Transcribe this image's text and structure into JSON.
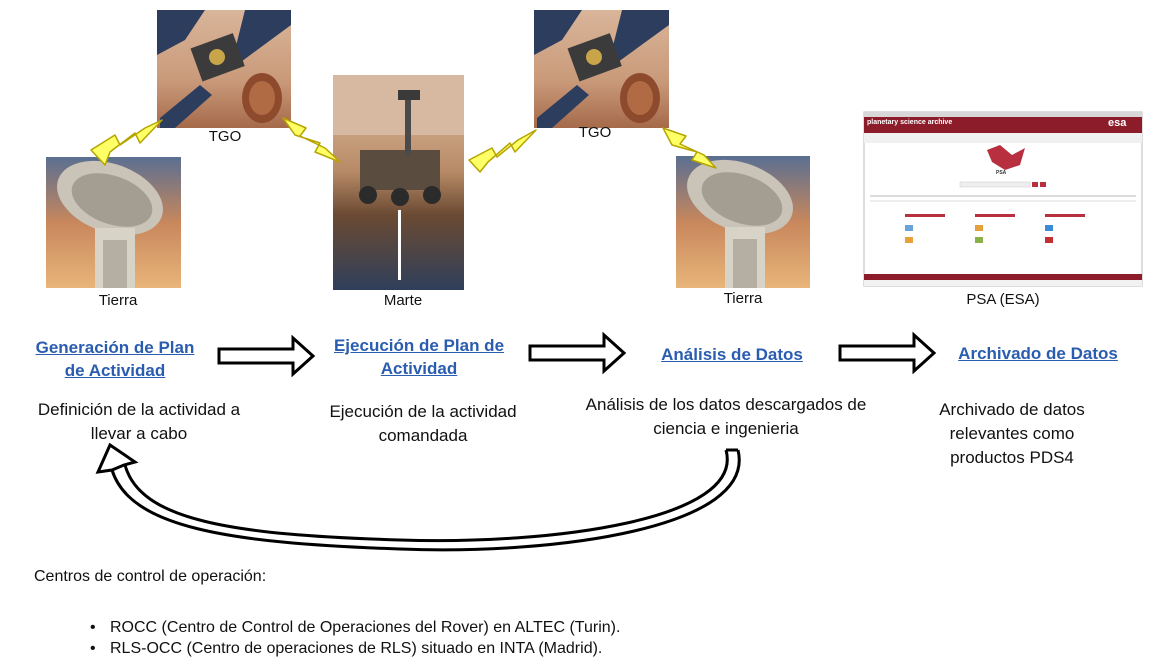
{
  "captions": {
    "tgo_left": "TGO",
    "tgo_right": "TGO",
    "earth_left": "Tierra",
    "mars": "Marte",
    "earth_right": "Tierra",
    "psa": "PSA (ESA)"
  },
  "psa_screen": {
    "header": "planetary science archive",
    "brand": "esa",
    "logo_text": "PSA"
  },
  "steps": [
    {
      "title": "Generación de Plan de Actividad",
      "desc": "Definición de la actividad a llevar a cabo"
    },
    {
      "title": "Ejecución de Plan de Actividad",
      "desc": "Ejecución de la actividad comandada"
    },
    {
      "title": "Análisis de Datos",
      "desc": "Análisis de los datos descargados de ciencia e ingenieria"
    },
    {
      "title": "Archivado de Datos",
      "desc": "Archivado de datos relevantes como productos PDS4"
    }
  ],
  "centers": {
    "title": "Centros de control de operación:",
    "items": [
      "ROCC (Centro de Control de Operaciones del Rover) en ALTEC (Turin).",
      "RLS-OCC (Centro de operaciones de RLS) situado en INTA (Madrid)."
    ]
  }
}
